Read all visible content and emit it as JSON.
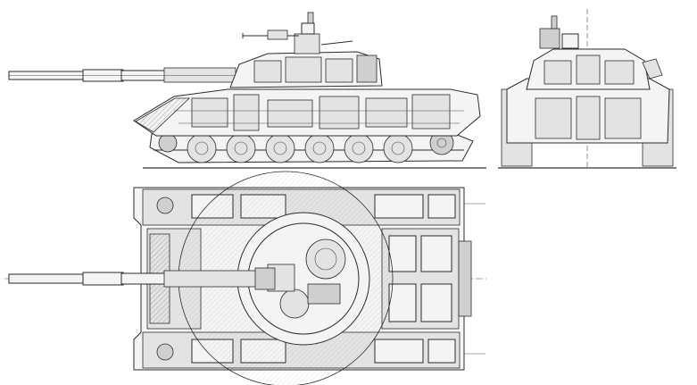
{
  "drawing": {
    "views": [
      "side-view",
      "front-view",
      "top-view"
    ],
    "colors": {
      "line": "#2b2b2b",
      "paper": "#ffffff",
      "shade": "#cfcfcf",
      "ground": "#555555"
    }
  }
}
